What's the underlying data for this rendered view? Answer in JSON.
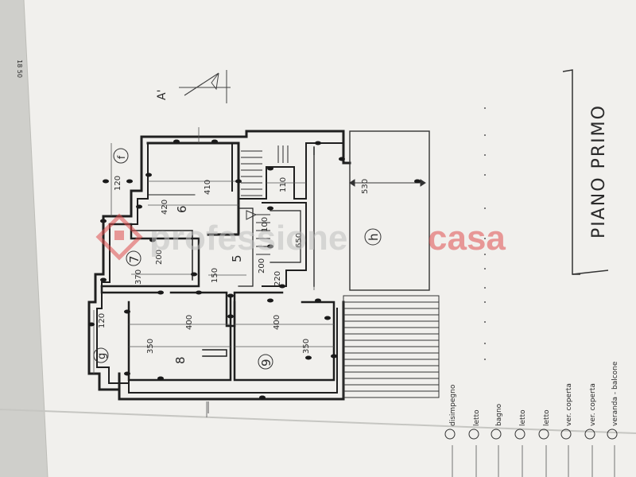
{
  "sheet": {
    "stamp": "18 50",
    "section_mark": "A'",
    "title": "PIANO PRIMO"
  },
  "rooms": {
    "r6": "6",
    "r7": "7",
    "r8": "8",
    "r9": "9",
    "r5": "5",
    "rh": "h",
    "rf": "f",
    "rg": "g"
  },
  "dimensions": {
    "d120_top": "120",
    "d420": "420",
    "d410": "410",
    "d200_room7": "200",
    "d370": "370",
    "d150": "150",
    "d120_bottom": "120",
    "d400_room8": "400",
    "d350_room8": "350",
    "d400_room9": "400",
    "d350_room9": "350",
    "d110": "110",
    "d100": "100",
    "d650": "650",
    "d530": "530",
    "d200_hall": "200",
    "d220": "220"
  },
  "legend": [
    "disimpegno",
    "letto",
    "bagno",
    "letto",
    "letto",
    "ver. coperta",
    "ver. coperta",
    "veranda - balcone"
  ],
  "watermark": {
    "part1": "professione",
    "part2": "casa",
    "color1": "#bfbfbf",
    "color2": "#e05050"
  }
}
